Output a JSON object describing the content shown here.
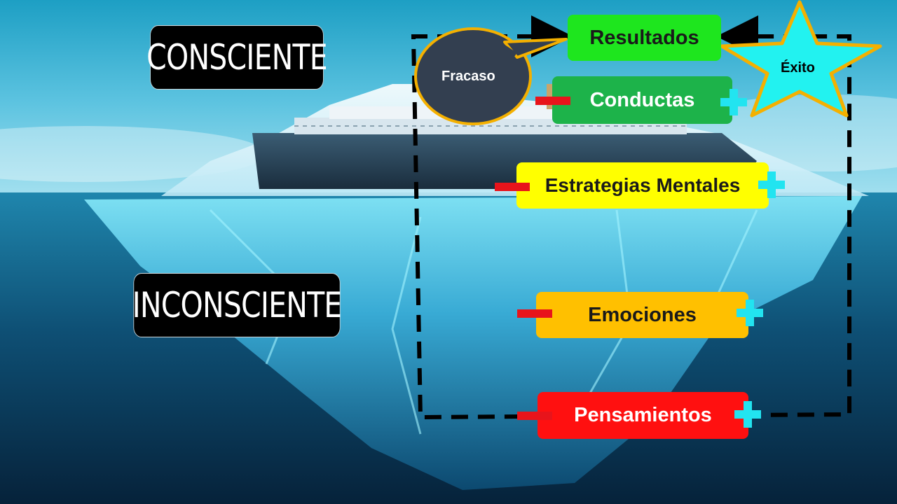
{
  "labels": {
    "consciente": "CONSCIENTE",
    "inconsciente": "INCONSCIENTE"
  },
  "boxes": {
    "resultados": "Resultados",
    "conductas": "Conductas",
    "estrategias": "Estrategias Mentales",
    "emociones": "Emociones",
    "pensamientos": "Pensamientos"
  },
  "callouts": {
    "fracaso": "Fracaso",
    "exito": "Éxito"
  },
  "colors": {
    "resultados": "#1ee61e",
    "conductas": "#1db34a",
    "estrategias": "#ffff00",
    "emociones": "#ffc000",
    "pensamientos": "#ff1010",
    "minus": "#e8141b",
    "plus": "#22e4f0",
    "star": "#22f2f0",
    "star_border": "#f4b000",
    "bubble": "#333f50"
  },
  "icons": {
    "negative": "minus-icon",
    "positive": "plus-icon",
    "success": "star-icon",
    "failure": "speech-bubble-icon"
  }
}
